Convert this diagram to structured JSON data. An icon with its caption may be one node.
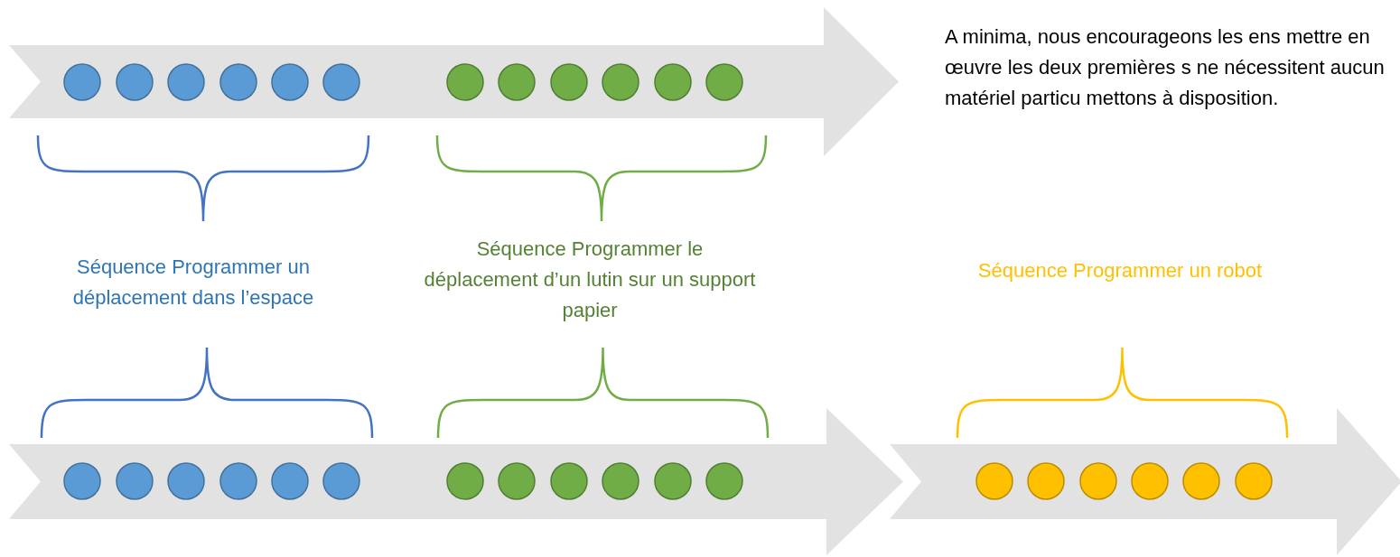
{
  "diagram": {
    "labels": [
      "A minima, nous encourageons les ens mettre en œuvre les deux premières s ne nécessitent aucun matériel particu mettons à disposition.",
      "Séquence Programmer un déplacement dans l’espace",
      "Séquence Programmer le déplacement d’un lutin sur un support papier",
      "Séquence Programmer un robot"
    ]
  }
}
